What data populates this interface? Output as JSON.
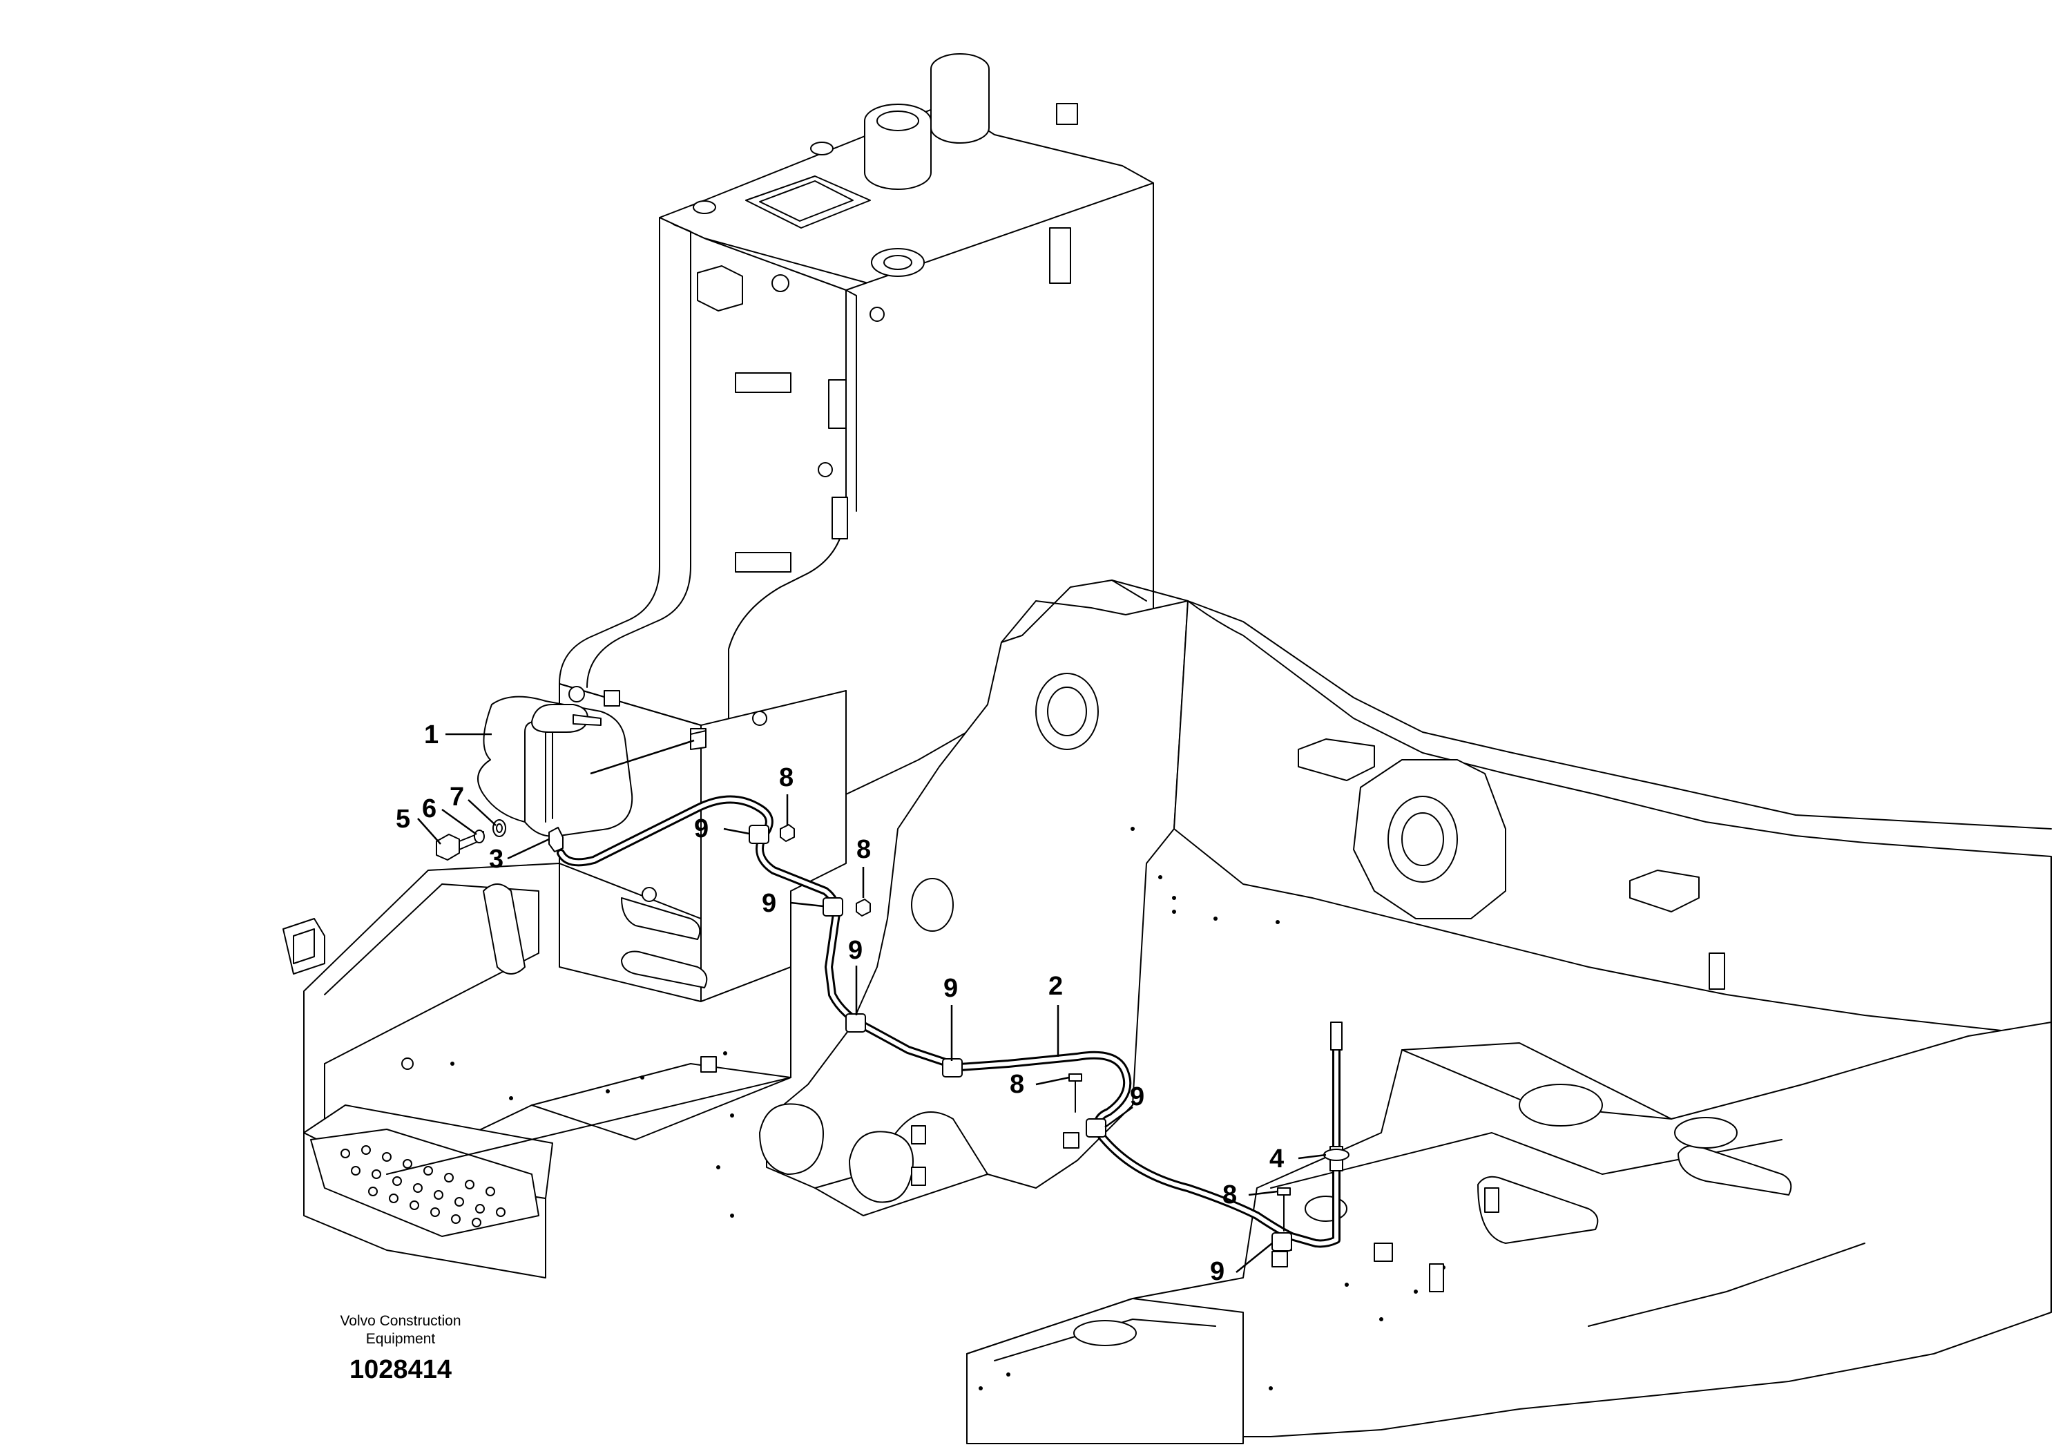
{
  "figure": {
    "publisher_line1": "Volvo Construction",
    "publisher_line2": "Equipment",
    "figure_number": "1028414"
  },
  "callouts": {
    "c1": "1",
    "c2": "2",
    "c3": "3",
    "c4": "4",
    "c5": "5",
    "c6": "6",
    "c7": "7",
    "c8a": "8",
    "c8b": "8",
    "c8c": "8",
    "c8d": "8",
    "c9a": "9",
    "c9b": "9",
    "c9c": "9",
    "c9d": "9",
    "c9e": "9",
    "c9f": "9"
  }
}
